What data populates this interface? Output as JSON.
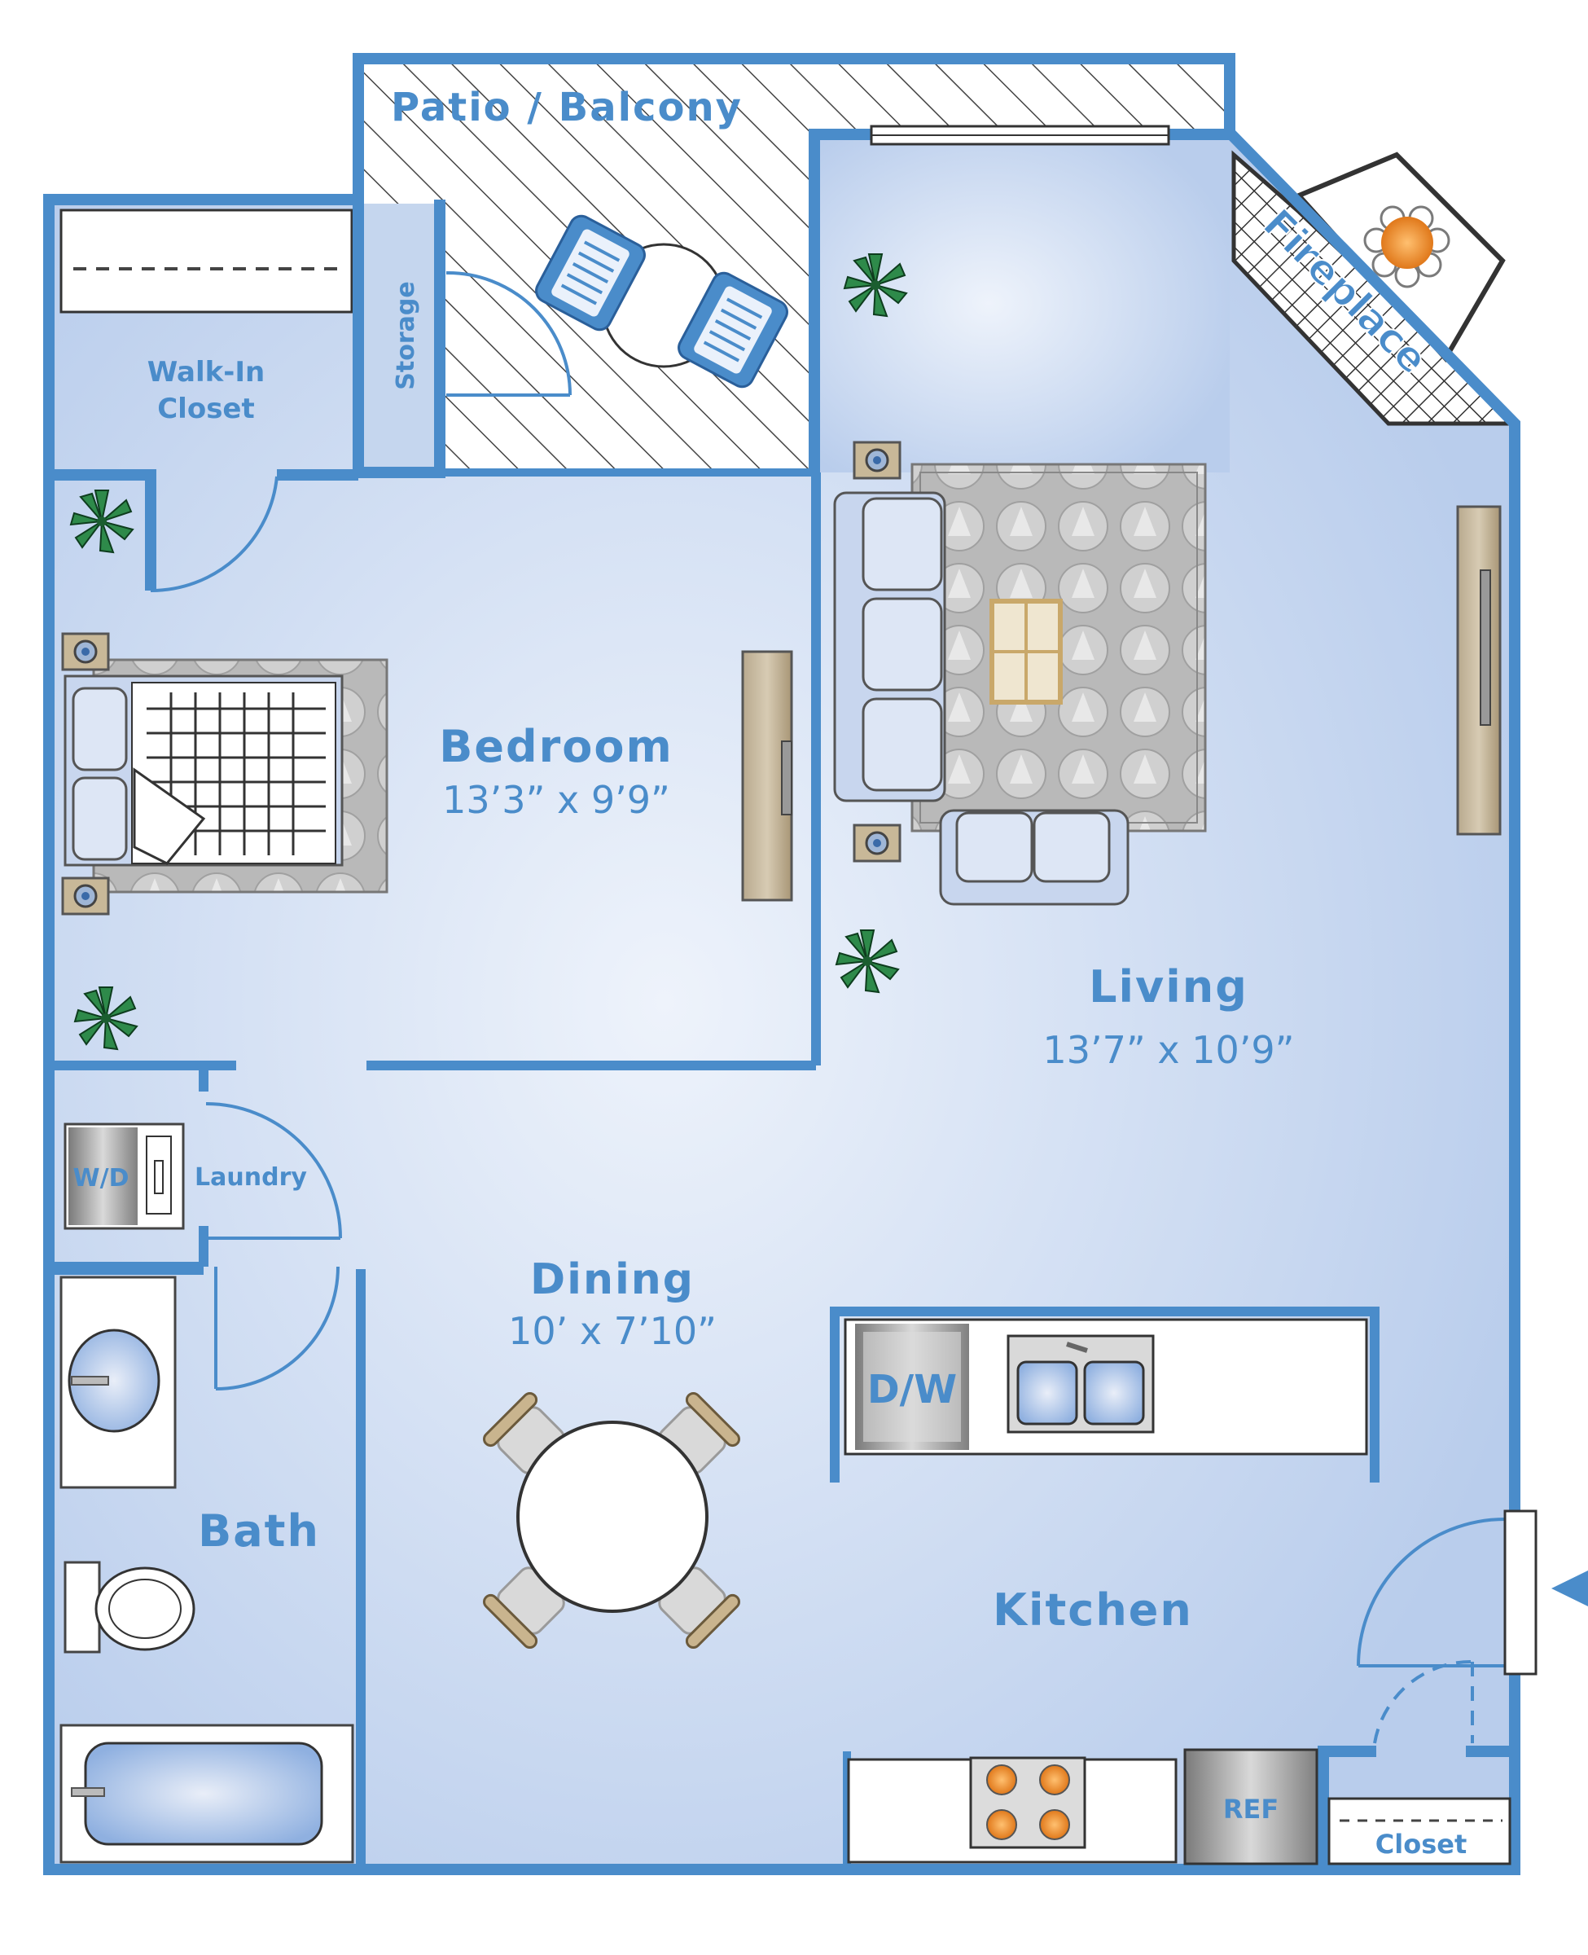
{
  "rooms": {
    "patio": {
      "label": "Patio / Balcony"
    },
    "storage": {
      "label": "Storage"
    },
    "walkin": {
      "line1": "Walk-In",
      "line2": "Closet"
    },
    "fireplace": {
      "label": "Fireplace"
    },
    "bedroom": {
      "label": "Bedroom",
      "dims": "13’3” x 9’9”"
    },
    "living": {
      "label": "Living",
      "dims": "13’7” x 10’9”"
    },
    "laundry": {
      "label": "Laundry"
    },
    "dining": {
      "label": "Dining",
      "dims": "10’ x 7’10”"
    },
    "bath": {
      "label": "Bath"
    },
    "kitchen": {
      "label": "Kitchen"
    },
    "closet": {
      "label": "Closet"
    }
  },
  "appliances": {
    "washer_dryer": "W/D",
    "dishwasher": "D/W",
    "refrigerator": "REF"
  },
  "icons": {
    "plant": "plant-icon",
    "entry": "entry-arrow-icon"
  },
  "colors": {
    "wall": "#4a8cca",
    "floor": "#c3d4ee",
    "floor_light": "#eef3fb",
    "label": "#4a8cca"
  }
}
